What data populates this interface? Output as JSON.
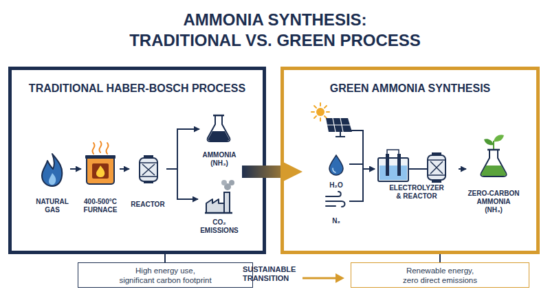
{
  "diagram": {
    "title": "AMMONIA SYNTHESIS: TRADITIONAL VS. GREEN PROCESS",
    "nodes": [
      {
        "text": [
          "TRADITIONAL HABER-BOSCH PROCESS"
        ]
      },
      {
        "text": [
          "NATURAL GAS"
        ],
        "in": 0
      },
      {
        "text": [
          "400-500°C FURNACE"
        ],
        "in": 0
      },
      {
        "text": [
          "REACTOR"
        ],
        "in": 0
      },
      {
        "text": [
          "AMMONIA (NH₃)"
        ],
        "in": 0
      },
      {
        "text": [
          "CO₂ EMISSIONS"
        ],
        "in": 0
      },
      {
        "text": [
          "GREEN AMMONIA SYNTHESIS"
        ]
      },
      {
        "text": [
          "H₂O"
        ],
        "in": 6
      },
      {
        "text": [
          "N₂"
        ],
        "in": 6
      },
      {
        "text": [
          "ELECTROLYZER & REACTOR"
        ],
        "in": 6
      },
      {
        "text": [
          "ZERO-CARBON AMMONIA (NH₃)"
        ],
        "in": 6
      },
      {
        "text": [
          "High energy use, significant carbon footprint"
        ]
      },
      {
        "text": [
          "Renewable energy, zero direct emissions"
        ]
      }
    ],
    "edges": [
      {
        "from": 1,
        "to": 2,
        "arrow": "to"
      },
      {
        "from": 2,
        "to": 3,
        "arrow": "to"
      },
      {
        "from": 3,
        "to": 4,
        "arrow": "to"
      },
      {
        "from": 3,
        "to": 5,
        "arrow": "to"
      },
      {
        "from": 7,
        "to": 9,
        "arrow": "to"
      },
      {
        "from": 8,
        "to": 9,
        "arrow": "to"
      },
      {
        "from": 9,
        "to": 10,
        "arrow": "to"
      },
      {
        "from": 0,
        "to": 6,
        "arrow": "to"
      },
      {
        "from": 0,
        "to": 11,
        "arrow": "none"
      },
      {
        "from": 6,
        "to": 12,
        "arrow": "none"
      }
    ],
    "labels": [
      "SUSTAINABLE TRANSITION"
    ]
  }
}
